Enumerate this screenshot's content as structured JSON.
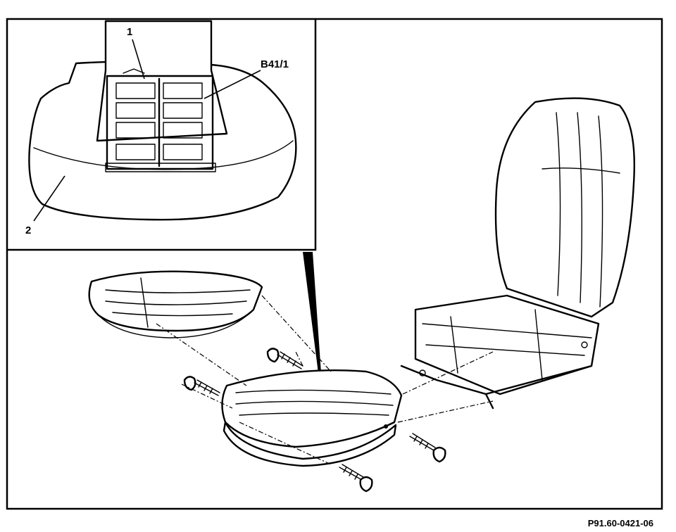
{
  "inset": {
    "callouts": [
      {
        "id": "1",
        "label": "1"
      },
      {
        "id": "b41-1",
        "label": "B41/1"
      },
      {
        "id": "2",
        "label": "2"
      }
    ]
  },
  "figure_reference": "P91.60-0421-06"
}
